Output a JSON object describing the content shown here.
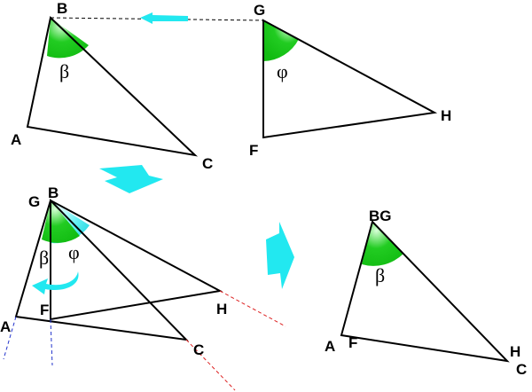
{
  "diagram": {
    "colors": {
      "angle_fill": "#22cc22",
      "angle_highlight": "#c8ffc8",
      "phi_fill": "#33e6e6",
      "arrow": "#22e8f0",
      "line": "#000000",
      "dashed_black": "#000000",
      "dashed_red": "#dd2222",
      "dashed_blue": "#2233cc"
    },
    "panel_top_left": {
      "labels": {
        "B": "B",
        "A": "A",
        "C": "C",
        "beta": "β"
      }
    },
    "panel_top_right": {
      "labels": {
        "G": "G",
        "F": "F",
        "H": "H",
        "phi": "φ"
      }
    },
    "panel_bottom_left": {
      "labels": {
        "G": "G",
        "B": "B",
        "A": "A",
        "F": "F",
        "H": "H",
        "C": "C",
        "beta": "β",
        "phi": "φ"
      }
    },
    "panel_bottom_right": {
      "labels": {
        "BG": "BG",
        "A": "A",
        "F": "F",
        "H": "H",
        "C": "C",
        "beta": "β"
      }
    },
    "icons": {
      "move_arrow": "left-arrow-icon",
      "down_arrow": "down-arrow-icon",
      "right_arrow": "right-arrow-icon",
      "rotate_arrow": "rotate-arrow-icon"
    }
  }
}
